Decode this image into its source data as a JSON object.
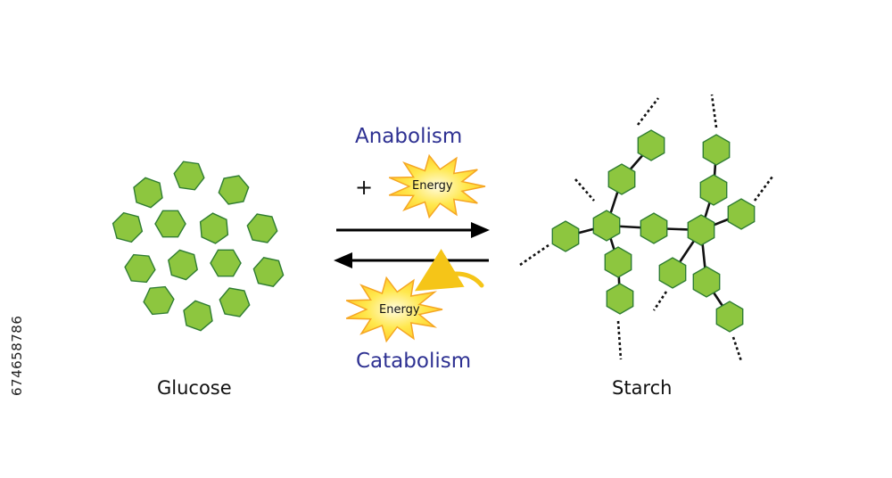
{
  "labels": {
    "glucose": "Glucose",
    "starch": "Starch",
    "anabolism": "Anabolism",
    "catabolism": "Catabolism",
    "energy_top": "Energy",
    "energy_bottom": "Energy",
    "plus": "+",
    "stock_id": "674658786"
  },
  "colors": {
    "hexagon_fill": "#8dc63f",
    "hexagon_stroke": "#2f7d32",
    "burst_fill": "#ffe84d",
    "burst_stroke": "#f5a623",
    "process_text": "#2e3192",
    "arrow": "#000000"
  }
}
